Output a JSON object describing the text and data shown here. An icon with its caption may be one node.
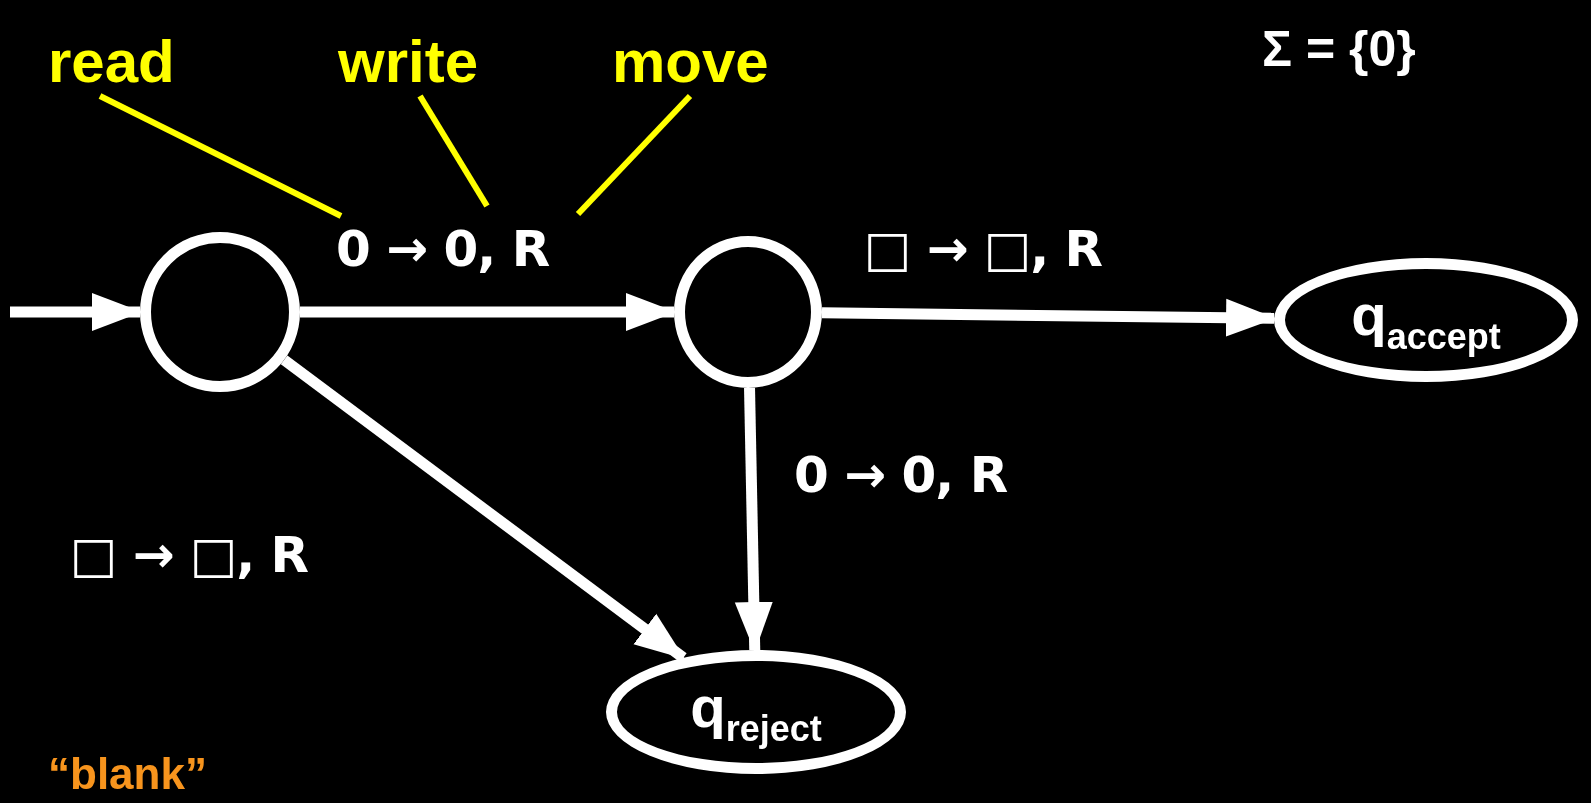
{
  "diagram": {
    "nodes": [
      {
        "text": [],
        "shape": "circle"
      },
      {
        "text": [],
        "shape": "circle"
      },
      {
        "text": [
          "q$_{accept}$"
        ]
      },
      {
        "text": [
          "q$_{reject}$"
        ]
      },
      {
        "text": [
          "read"
        ]
      },
      {
        "text": [
          "write"
        ]
      },
      {
        "text": [
          "move"
        ]
      }
    ],
    "edges": [
      {
        "from": null,
        "to": 0,
        "arrow": "to"
      },
      {
        "from": 0,
        "to": 1,
        "arrow": "to",
        "label": "0 → 0, R"
      },
      {
        "from": 1,
        "to": 2,
        "arrow": "to",
        "label": "□ → □, R"
      },
      {
        "from": 1,
        "to": 3,
        "arrow": "to",
        "label": "0 → 0, R"
      },
      {
        "from": 0,
        "to": 3,
        "arrow": "to",
        "label": "□ → □, R"
      },
      {
        "from": 4,
        "to": null,
        "arrow": "none",
        "color": "#ffff00"
      },
      {
        "from": 5,
        "to": null,
        "arrow": "none",
        "color": "#ffff00"
      },
      {
        "from": 6,
        "to": null,
        "arrow": "none",
        "color": "#ffff00"
      }
    ],
    "labels": [
      "Σ = {0}",
      "“blank”"
    ]
  }
}
